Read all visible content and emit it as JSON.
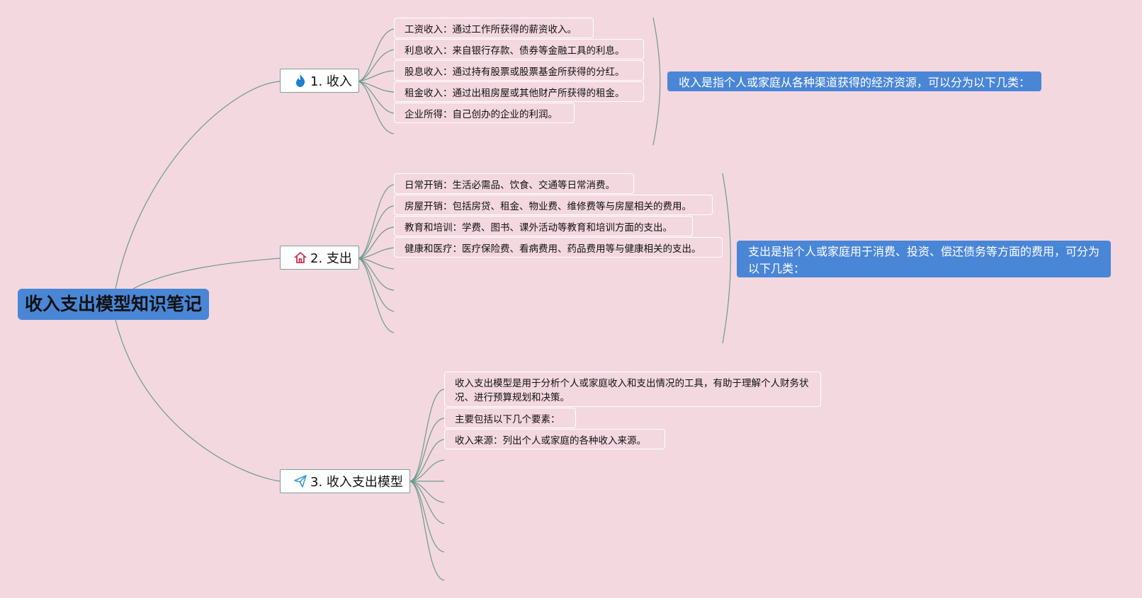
{
  "root": {
    "title": "收入支出模型知识笔记"
  },
  "branches": [
    {
      "label": "1. 收入",
      "icon": "flame-icon",
      "note": "收入是指个人或家庭从各种渠道获得的经济资源，可以分为以下几类：",
      "items": [
        "工资收入：通过工作所获得的薪资收入。",
        "利息收入：来自银行存款、债券等金融工具的利息。",
        "股息收入：通过持有股票或股票基金所获得的分红。",
        "租金收入：通过出租房屋或其他财产所获得的租金。",
        "企业所得：自己创办的企业的利润。"
      ]
    },
    {
      "label": "2. 支出",
      "icon": "house-icon",
      "note": "支出是指个人或家庭用于消费、投资、偿还债务等方面的费用，可分为以下几类：",
      "items": [
        "日常开销：生活必需品、饮食、交通等日常消费。",
        "房屋开销：包括房贷、租金、物业费、维修费等与房屋相关的费用。",
        "教育和培训：学费、图书、课外活动等教育和培训方面的支出。",
        "健康和医疗：医疗保险费、看病费用、药品费用等与健康相关的支出。"
      ]
    },
    {
      "label": "3. 收入支出模型",
      "icon": "paper-plane-icon",
      "items": [
        "收入支出模型是用于分析个人或家庭收入和支出情况的工具，有助于理解个人财务状况、进行预算规划和决策。",
        "主要包括以下几个要素：",
        "收入来源：列出个人或家庭的各种收入来源。"
      ]
    }
  ],
  "colors": {
    "background": "#f3d8e0",
    "root": "#4a86d6",
    "note": "#4a86d6",
    "connector": "#6e9a8c",
    "flame": "#1e7fd0",
    "house": "#d0304c",
    "plane": "#3a9bd8"
  }
}
